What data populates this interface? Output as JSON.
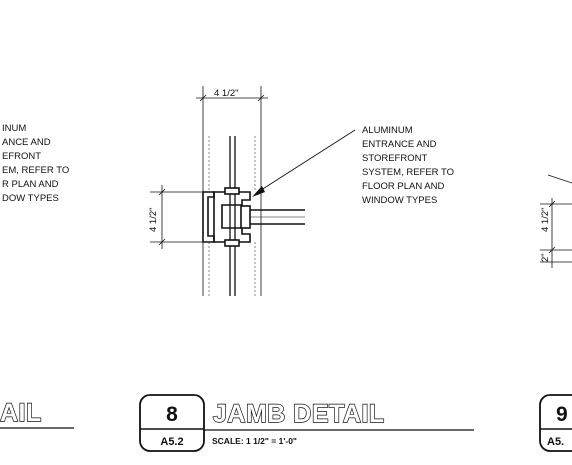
{
  "left_detail": {
    "note_lines": [
      "INUM",
      "ANCE AND",
      "EFRONT",
      "EM, REFER TO",
      "R PLAN AND",
      "DOW TYPES"
    ],
    "title": "AIL"
  },
  "center_detail": {
    "dim_top": "4 1/2\"",
    "dim_side": "4 1/2\"",
    "note_lines": [
      "ALUMINUM",
      "ENTRANCE AND",
      "STOREFRONT",
      "SYSTEM, REFER TO",
      "FLOOR PLAN AND",
      "WINDOW TYPES"
    ],
    "detail_number": "8",
    "sheet_ref": "A5.2",
    "title": "JAMB DETAIL",
    "scale": "SCALE: 1 1/2\" = 1'-0\""
  },
  "right_detail": {
    "dim_side": "4 1/2\"",
    "dim_side_small": "2\"",
    "detail_number": "9",
    "sheet_ref": "A5."
  }
}
